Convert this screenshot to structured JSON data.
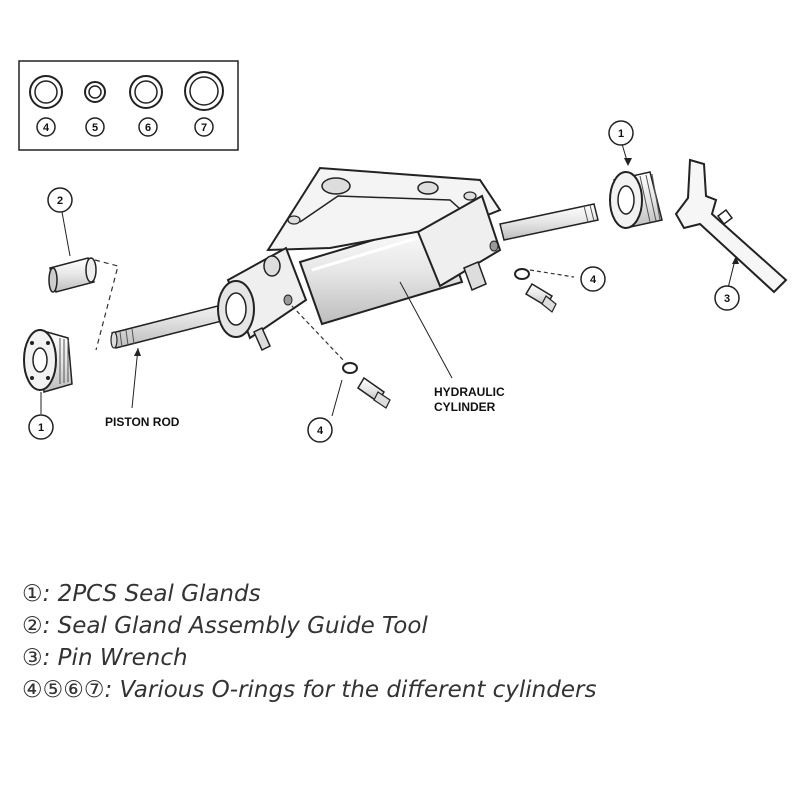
{
  "orings_inset": [
    {
      "key": "o4",
      "number": "4"
    },
    {
      "key": "o5",
      "number": "5"
    },
    {
      "key": "o6",
      "number": "6"
    },
    {
      "key": "o7",
      "number": "7"
    }
  ],
  "callouts": {
    "c1_top": "1",
    "c1_left": "1",
    "c2": "2",
    "c3": "3",
    "c4_right": "4",
    "c4_bottom": "4"
  },
  "labels": {
    "piston_rod": "PISTON ROD",
    "hydraulic_line1": "HYDRAULIC",
    "hydraulic_line2": "CYLINDER"
  },
  "legend": [
    {
      "text": "①: 2PCS Seal Glands"
    },
    {
      "text": "②: Seal Gland Assembly Guide Tool"
    },
    {
      "text": "③: Pin Wrench"
    },
    {
      "text": "④⑤⑥⑦: Various O-rings for the different cylinders"
    }
  ]
}
